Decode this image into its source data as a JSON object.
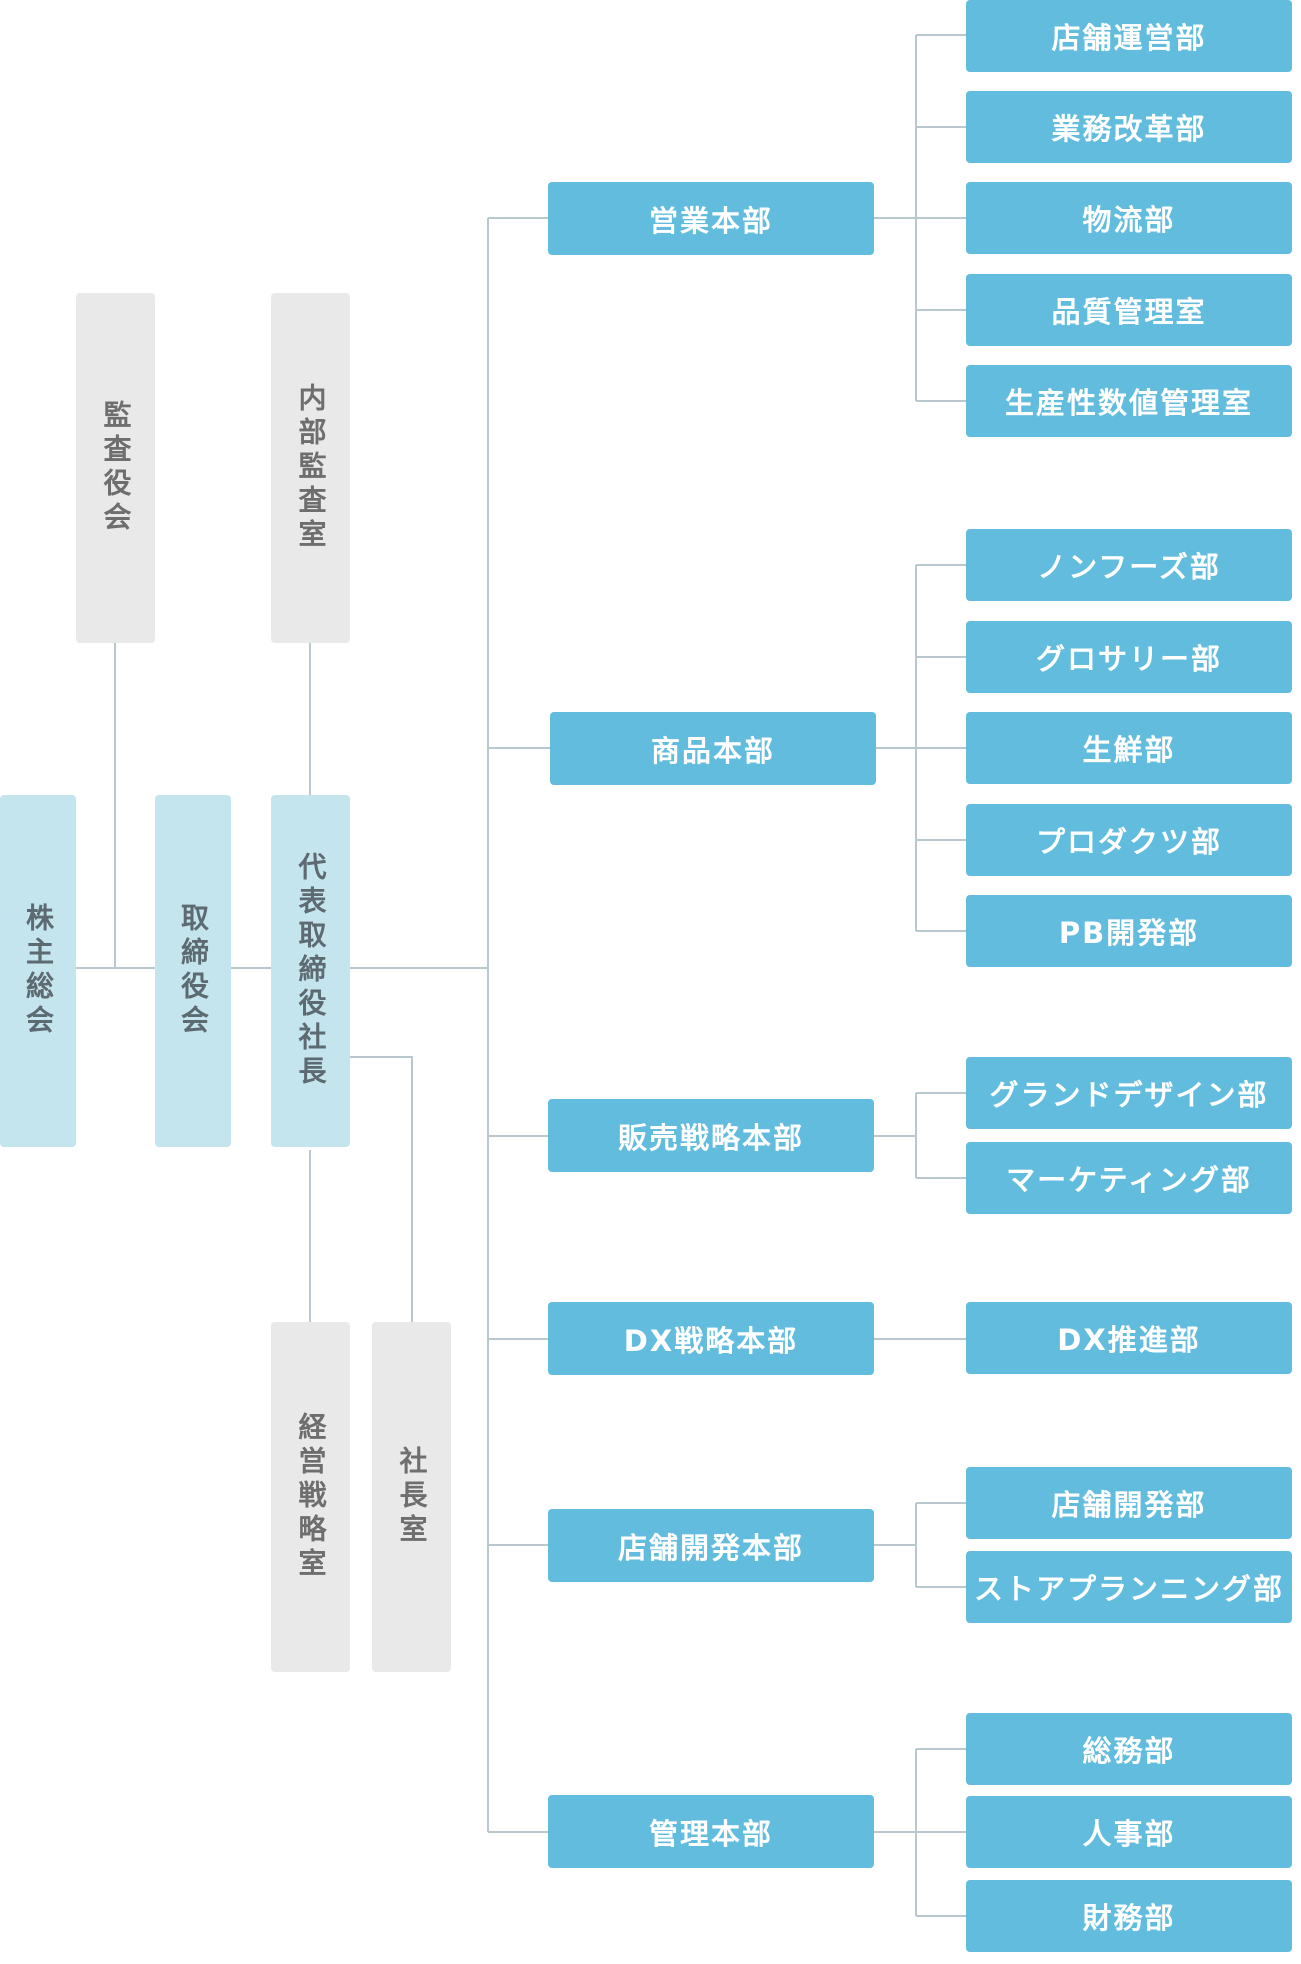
{
  "executive": {
    "shareholders": "株主総会",
    "auditors": "監査役会",
    "board": "取締役会",
    "internal_audit": "内部監査室",
    "president": "代表取締役社長",
    "corporate_strategy": "経営戦略室",
    "president_office": "社長室"
  },
  "divisions": [
    {
      "name": "営業本部",
      "departments": [
        "店舗運営部",
        "業務改革部",
        "物流部",
        "品質管理室",
        "生産性数値管理室"
      ]
    },
    {
      "name": "商品本部",
      "departments": [
        "ノンフーズ部",
        "グロサリー部",
        "生鮮部",
        "プロダクツ部",
        "PB開発部"
      ]
    },
    {
      "name": "販売戦略本部",
      "departments": [
        "グランドデザイン部",
        "マーケティング部"
      ]
    },
    {
      "name": "DX戦略本部",
      "departments": [
        "DX推進部"
      ]
    },
    {
      "name": "店舗開発本部",
      "departments": [
        "店舗開発部",
        "ストアプランニング部"
      ]
    },
    {
      "name": "管理本部",
      "departments": [
        "総務部",
        "人事部",
        "財務部"
      ]
    }
  ],
  "colors": {
    "primary": "#62bcde",
    "light": "#c4e4ee",
    "gray": "#e9e9e9",
    "line": "#b9c8ce"
  }
}
